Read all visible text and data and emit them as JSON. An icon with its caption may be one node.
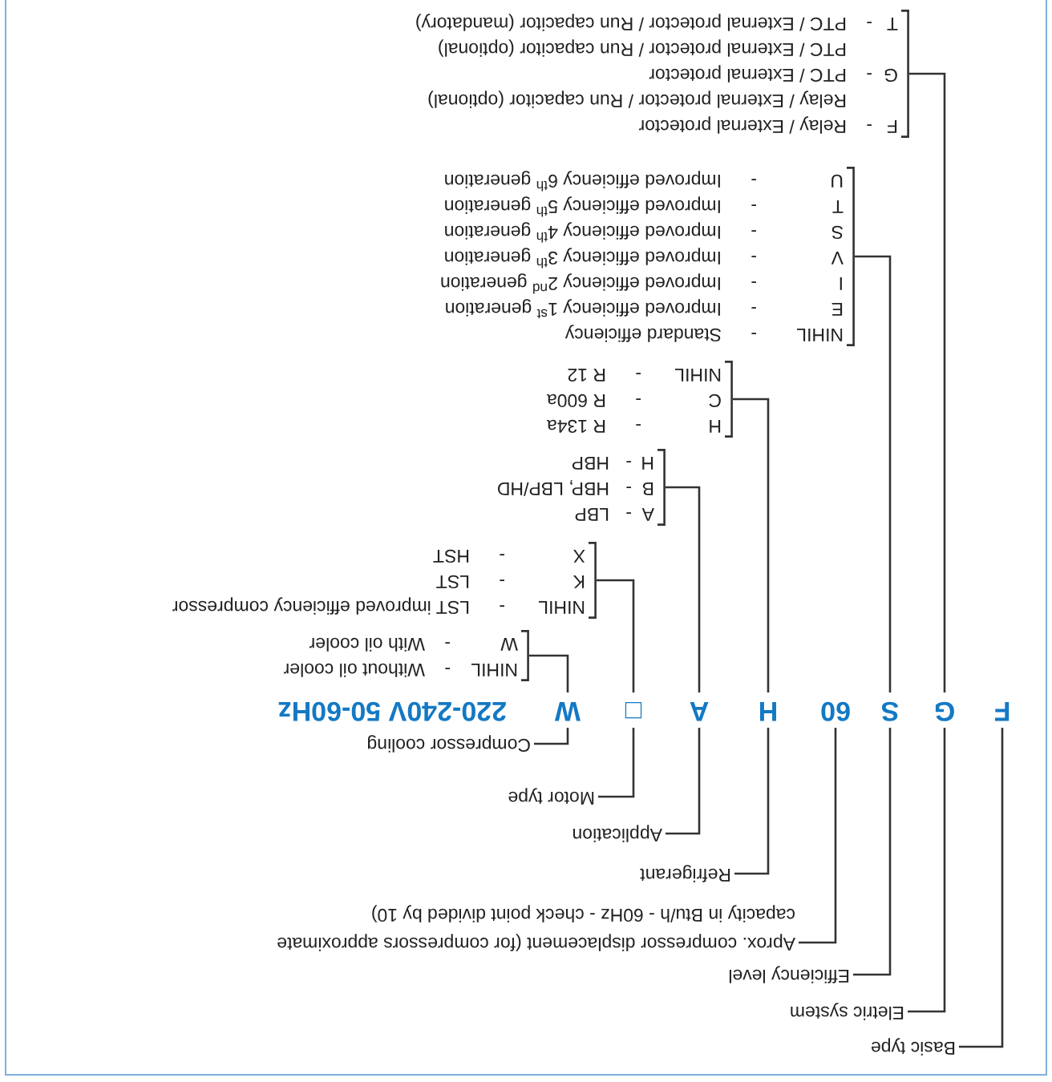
{
  "diagram": {
    "nodes": [
      {
        "text": [
          "Basic type"
        ]
      },
      {
        "text": [
          "Eletric system"
        ]
      },
      {
        "text": [
          "Efficiency level"
        ]
      },
      {
        "text": [
          "Aprox. compressor displacement (for compressors approximate capacity in Btu/h - 60Hz - check point divided by 10)"
        ]
      },
      {
        "text": [
          "Refrigerant"
        ]
      },
      {
        "text": [
          "Application"
        ]
      },
      {
        "text": [
          "Motor type"
        ]
      },
      {
        "text": [
          "Compressor cooling"
        ]
      },
      {
        "text": [
          "F"
        ]
      },
      {
        "text": [
          "G"
        ]
      },
      {
        "text": [
          "S"
        ]
      },
      {
        "text": [
          "60"
        ]
      },
      {
        "text": [
          "H"
        ]
      },
      {
        "text": [
          "A"
        ]
      },
      {
        "text": [
          "□"
        ]
      },
      {
        "text": [
          "W"
        ]
      },
      {
        "text": [],
        "shape": "bracket"
      },
      {
        "text": [
          "NIHIL",
          "-",
          "Without oil cooler"
        ],
        "in": 16
      },
      {
        "text": [
          "W",
          "-",
          "With oil cooler"
        ],
        "in": 16
      },
      {
        "text": [],
        "shape": "bracket"
      },
      {
        "text": [
          "NIHIL",
          "-",
          "LST improved efficiency compressor"
        ],
        "in": 19
      },
      {
        "text": [
          "K",
          "-",
          "LST"
        ],
        "in": 19
      },
      {
        "text": [
          "X",
          "-",
          "HST"
        ],
        "in": 19
      },
      {
        "text": [],
        "shape": "bracket"
      },
      {
        "text": [
          "A",
          "-",
          "LBP"
        ],
        "in": 23
      },
      {
        "text": [
          "B",
          "-",
          "HBP, LBP/HD"
        ],
        "in": 23
      },
      {
        "text": [
          "H",
          "-",
          "HBP"
        ],
        "in": 23
      },
      {
        "text": [],
        "shape": "bracket"
      },
      {
        "text": [
          "H",
          "-",
          "R 134a"
        ],
        "in": 27
      },
      {
        "text": [
          "C",
          "-",
          "R 600a"
        ],
        "in": 27
      },
      {
        "text": [
          "NIHIL",
          "-",
          "R 12"
        ],
        "in": 27
      },
      {
        "text": [],
        "shape": "bracket"
      },
      {
        "text": [
          "NIHIL",
          "-",
          "Standard efficiency"
        ],
        "in": 31
      },
      {
        "text": [
          "E",
          "-",
          "Improved efficiency 1$^{st}$ generation"
        ],
        "in": 31
      },
      {
        "text": [
          "I",
          "-",
          "Improved efficiency 2$^{nd}$ generation"
        ],
        "in": 31
      },
      {
        "text": [
          "V",
          "-",
          "Improved efficiency 3$^{th}$ generation"
        ],
        "in": 31
      },
      {
        "text": [
          "S",
          "-",
          "Improved efficiency 4$^{th}$ generation"
        ],
        "in": 31
      },
      {
        "text": [
          "T",
          "-",
          "Improved efficiency 5$^{th}$ generation"
        ],
        "in": 31
      },
      {
        "text": [
          "U",
          "-",
          "Improved efficiency 6$^{th}$ generation"
        ],
        "in": 31
      },
      {
        "text": [],
        "shape": "bracket"
      },
      {
        "text": [
          "F",
          "-",
          "Relay / External protector"
        ],
        "in": 39
      },
      {
        "text": [
          "Relay / External protector / Run capacitor (optional)"
        ],
        "in": 39
      },
      {
        "text": [
          "G",
          "-",
          "PTC / External protector"
        ],
        "in": 39
      },
      {
        "text": [
          "PTC / External protector / Run capacitor (optional)"
        ],
        "in": 39
      },
      {
        "text": [
          "T",
          "-",
          "PTC / External protector / Run capacitor (mandatory)"
        ],
        "in": 39
      }
    ],
    "edges": [
      {
        "from": 8,
        "to": 0,
        "arrow": "none"
      },
      {
        "from": 9,
        "to": 1,
        "arrow": "none"
      },
      {
        "from": 10,
        "to": 2,
        "arrow": "none"
      },
      {
        "from": 11,
        "to": 3,
        "arrow": "none"
      },
      {
        "from": 12,
        "to": 4,
        "arrow": "none"
      },
      {
        "from": 13,
        "to": 5,
        "arrow": "none"
      },
      {
        "from": 14,
        "to": 6,
        "arrow": "none"
      },
      {
        "from": 15,
        "to": 7,
        "arrow": "none"
      },
      {
        "from": 15,
        "to": 16,
        "arrow": "none"
      },
      {
        "from": 14,
        "to": 19,
        "arrow": "none"
      },
      {
        "from": 13,
        "to": 23,
        "arrow": "none"
      },
      {
        "from": 12,
        "to": 27,
        "arrow": "none"
      },
      {
        "from": 10,
        "to": 31,
        "arrow": "none"
      },
      {
        "from": 9,
        "to": 39,
        "arrow": "none"
      }
    ],
    "labels": [
      "220-240V 50-60Hz"
    ]
  }
}
